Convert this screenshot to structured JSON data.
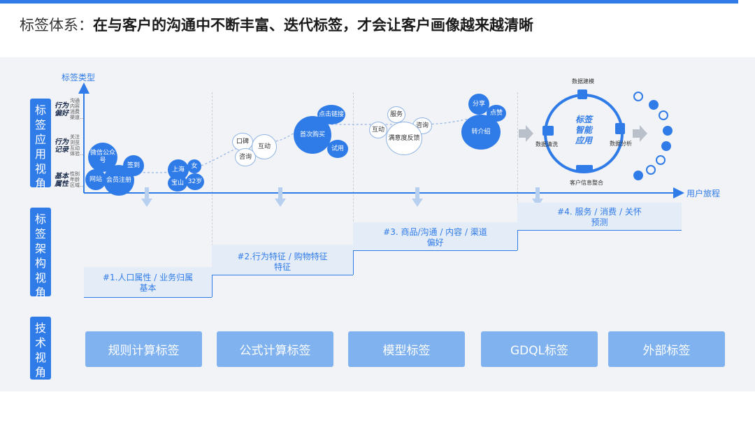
{
  "title": {
    "lead": "标签体系：",
    "bold": "在与客户的沟通中不断丰富、迭代标签，才会让客户画像越来越清晰"
  },
  "side_labels": {
    "app": [
      "标",
      "签",
      "应",
      "用",
      "视",
      "角"
    ],
    "arch": [
      "标",
      "签",
      "架",
      "构",
      "视",
      "角"
    ],
    "tech": [
      "技",
      "术",
      "视",
      "角"
    ]
  },
  "axis": {
    "y_label": "标签类型",
    "x_label": "用户旅程"
  },
  "tag_types": [
    {
      "name": "行为偏好",
      "items": [
        "沟通",
        "内容",
        "消费",
        "渠道..."
      ]
    },
    {
      "name": "行为记录",
      "items": [
        "关注",
        "浏览",
        "互动",
        "体验..."
      ]
    },
    {
      "name": "基本属性",
      "items": [
        "性别",
        "年龄",
        "区域..."
      ]
    }
  ],
  "bubbles": {
    "s1": [
      "微信公众号",
      "签到",
      "网站",
      "会员注册"
    ],
    "s1b": [
      "上海",
      "女",
      "宝山",
      "32岁"
    ],
    "s2": [
      "口碑",
      "互动",
      "咨询"
    ],
    "s2b": [
      "点击链接",
      "首次购买",
      "试用"
    ],
    "s3": [
      "服务",
      "咨询",
      "互动",
      "满意度反馈"
    ],
    "s3b": [
      "分享",
      "点赞",
      "转介绍"
    ]
  },
  "cycle": {
    "center": "标签\n智能\n应用",
    "nodes": [
      "数据建模",
      "数据清洗",
      "数据分析",
      "客户信息整合"
    ]
  },
  "stairs": [
    {
      "line1": "#1.人口属性 / 业务归属",
      "line2": "基本"
    },
    {
      "line1": "#2.行为特征 / 购物特征",
      "line2": "特征"
    },
    {
      "line1": "#3. 商品/沟通 / 内容 / 渠道",
      "line2": "偏好"
    },
    {
      "line1": "#4. 服务 / 消费 / 关怀",
      "line2": "预测"
    }
  ],
  "tech_tags": [
    "规则计算标签",
    "公式计算标签",
    "模型标签",
    "GDQL标签",
    "外部标签"
  ],
  "colors": {
    "accent": "#2f7be8",
    "light_accent": "#7fb2ef",
    "panel": "#f2f3f6"
  }
}
